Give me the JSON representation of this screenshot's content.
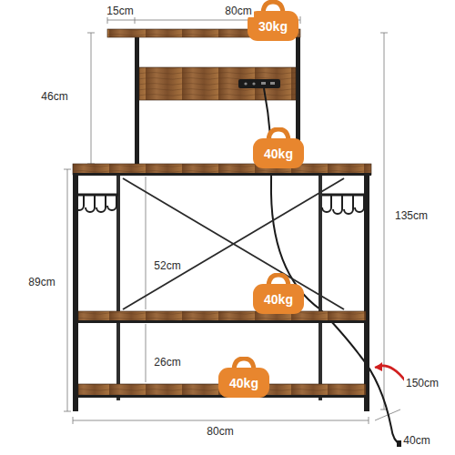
{
  "diagram": {
    "nodes": [
      {
        "text": [
          "30kg"
        ]
      },
      {
        "text": [
          "40kg"
        ]
      },
      {
        "text": [
          "40kg"
        ]
      },
      {
        "text": [
          "40kg"
        ]
      }
    ],
    "labels": [
      "15cm",
      "80cm",
      "46cm",
      "135cm",
      "89cm",
      "52cm",
      "26cm",
      "150cm",
      "80cm",
      "40cm"
    ]
  }
}
